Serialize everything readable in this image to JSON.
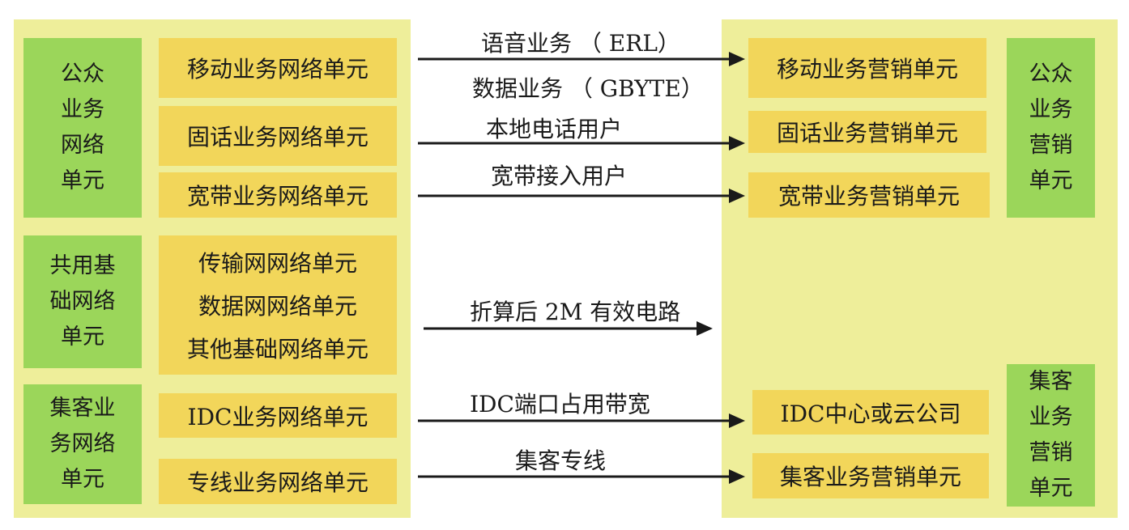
{
  "left": {
    "groups": [
      {
        "title": "公众\n业务\n网络\n单元",
        "units": [
          "移动业务网络单元",
          "固话业务网络单元",
          "宽带业务网络单元"
        ]
      },
      {
        "title": "共用基\n础网络\n单元",
        "units": [
          "传输网网络单元",
          "数据网网络单元",
          "其他基础网络单元"
        ]
      },
      {
        "title": "集客业\n务网络\n单元",
        "units": [
          "IDC业务网络单元",
          "专线业务网络单元"
        ]
      }
    ]
  },
  "arrows": [
    {
      "label": "语音业务 （ ERL）"
    },
    {
      "label": "数据业务 （ GBYTE）"
    },
    {
      "label": "本地电话用户"
    },
    {
      "label": "宽带接入用户"
    },
    {
      "label": "折算后 2M 有效电路"
    },
    {
      "label": "IDC端口占用带宽"
    },
    {
      "label": "集客专线"
    }
  ],
  "right": {
    "public_title": "公众\n业务\n营销\n单元",
    "enterprise_title": "集客\n业务\n营销\n单元",
    "units": [
      "移动业务营销单元",
      "固话业务营销单元",
      "宽带业务营销单元",
      "IDC中心或云公司",
      "集客业务营销单元"
    ]
  }
}
